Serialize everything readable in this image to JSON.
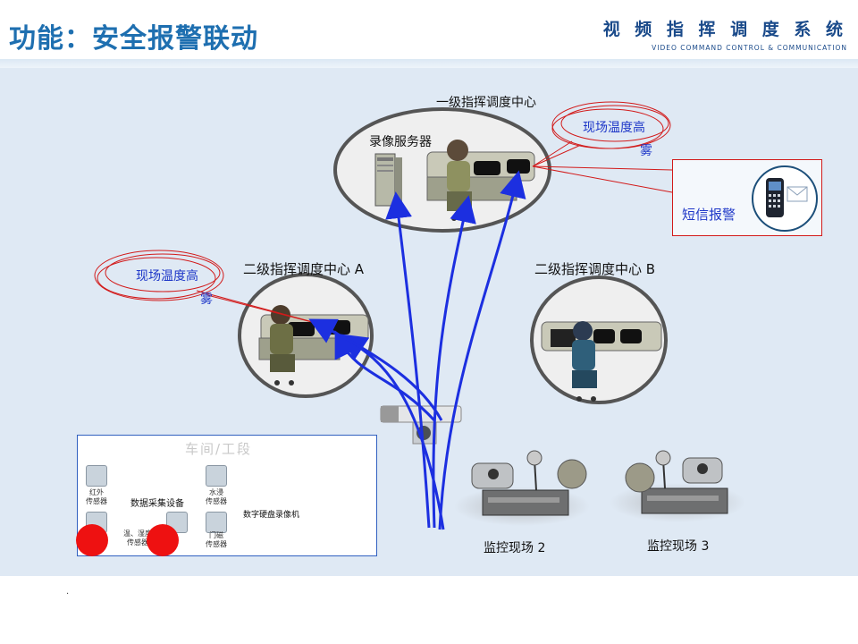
{
  "header": {
    "title": "功能：安全报警联动",
    "brand_cn": "视 频 指 挥 调 度 系 统",
    "brand_en": "VIDEO COMMAND CONTROL & COMMUNICATION"
  },
  "centers": {
    "level1": "一级指挥调度中心",
    "record_server": "录像服务器",
    "level2a": "二级指挥调度中心 A",
    "level2b": "二级指挥调度中心 B"
  },
  "alarm_top": {
    "line1": "现场温度高",
    "line2": "雾"
  },
  "alarm_left": {
    "line1": "现场温度高",
    "line2": "雾"
  },
  "sms": {
    "label": "短信报警"
  },
  "workshop": {
    "title": "车间/工段",
    "collector": "数据采集设备",
    "dvr": "数字硬盘录像机",
    "sensors": {
      "infrared": "红外\n传感器",
      "water": "水浸\n传感器",
      "temp_humidity": "温、湿度\n传感器",
      "door": "门磁\n传感器"
    }
  },
  "sites": {
    "site2": "监控现场 2",
    "site3": "监控现场 3"
  },
  "footer": {
    "dot": "."
  },
  "colors": {
    "title": "#1e6fb0",
    "stage_bg": "#dfe9f4",
    "link_blue": "#1c2fe0",
    "alarm_red": "#d21a1a"
  }
}
